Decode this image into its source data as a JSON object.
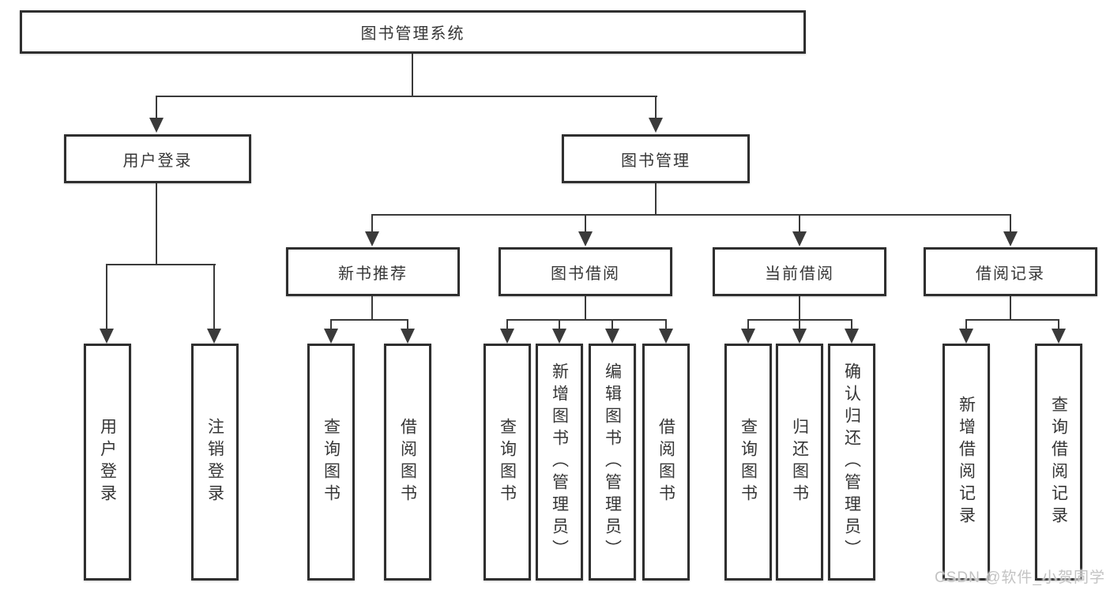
{
  "diagram": {
    "root": {
      "label": "图书管理系统"
    },
    "branches": [
      {
        "label": "用户登录",
        "children": [
          {
            "label": "用户登录"
          },
          {
            "label": "注销登录"
          }
        ]
      },
      {
        "label": "图书管理",
        "children": [
          {
            "label": "新书推荐",
            "children": [
              {
                "label": "查询图书"
              },
              {
                "label": "借阅图书"
              }
            ]
          },
          {
            "label": "图书借阅",
            "children": [
              {
                "label": "查询图书"
              },
              {
                "label": "新增图书（管理员）"
              },
              {
                "label": "编辑图书（管理员）"
              },
              {
                "label": "借阅图书"
              }
            ]
          },
          {
            "label": "当前借阅",
            "children": [
              {
                "label": "查询图书"
              },
              {
                "label": "归还图书"
              },
              {
                "label": "确认归还（管理员）"
              }
            ]
          },
          {
            "label": "借阅记录",
            "children": [
              {
                "label": "新增借阅记录"
              },
              {
                "label": "查询借阅记录"
              }
            ]
          }
        ]
      }
    ]
  },
  "watermark": {
    "text": "CSDN @软件_小贺同学"
  },
  "colors": {
    "line": "#3a3a3a",
    "box_border": "#2f2f2f",
    "box_fill": "#ffffff",
    "text": "#363636",
    "watermark": "#c3c3c3",
    "background": "#ffffff"
  }
}
